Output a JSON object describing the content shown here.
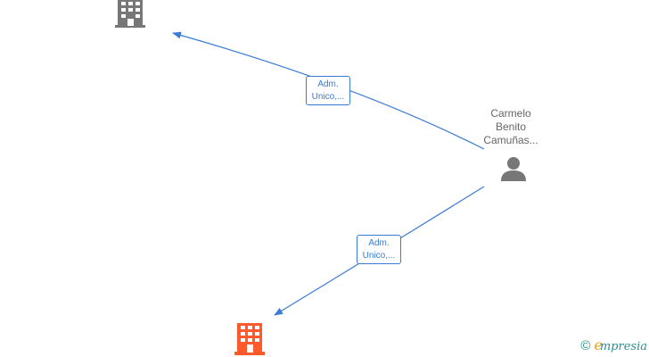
{
  "diagram": {
    "person": {
      "name_lines": [
        "Carmelo",
        "Benito",
        "Camuñas..."
      ],
      "icon": "person-icon"
    },
    "companies": [
      {
        "id": "company-top",
        "icon": "building-icon",
        "color": "#777777"
      },
      {
        "id": "company-bottom",
        "icon": "building-icon",
        "color": "#ff5a2c"
      }
    ],
    "edges": [
      {
        "label_lines": [
          "Adm.",
          "Unico,..."
        ],
        "from": "person",
        "to": "company-top"
      },
      {
        "label_lines": [
          "Adm.",
          "Unico,..."
        ],
        "from": "person",
        "to": "company-bottom"
      }
    ],
    "edge_color": "#3a7bd5"
  },
  "footer": {
    "copyright_symbol": "©",
    "brand_initial": "e",
    "brand_rest": "mpresia",
    "brand_colors": {
      "initial": "#f0a020",
      "rest": "#2a8f8f"
    }
  }
}
